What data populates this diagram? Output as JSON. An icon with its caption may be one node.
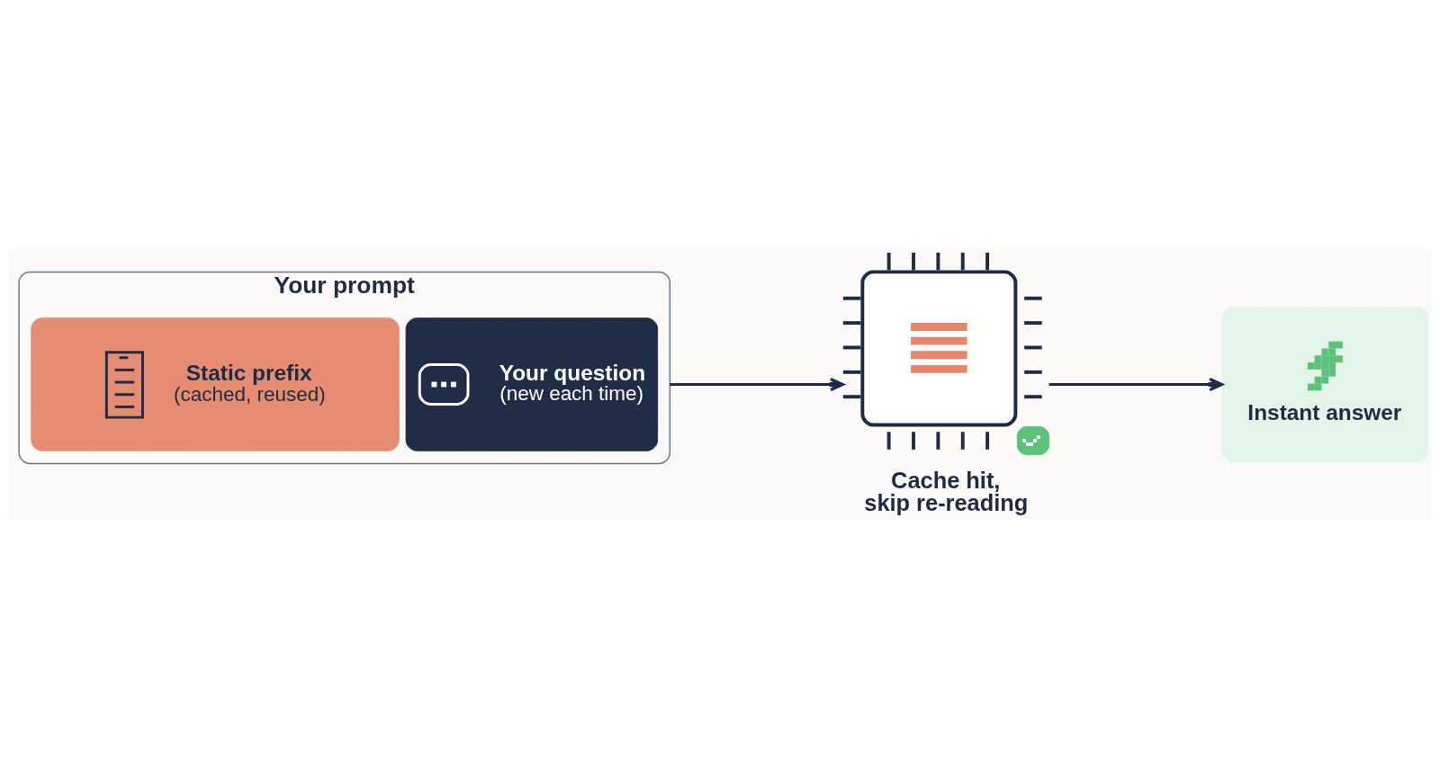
{
  "diagram": {
    "nodes": [
      {
        "text": [
          "Your prompt"
        ]
      },
      {
        "text": [
          "Static prefix",
          "(cached, reused)"
        ],
        "in": 0
      },
      {
        "text": [
          "Your question",
          "(new each time)"
        ],
        "in": 0
      },
      {
        "text": [],
        "shape": "picture",
        "beside": [
          "Cache hit, skip re-reading"
        ]
      },
      {
        "text": [
          "Instant answer"
        ]
      }
    ],
    "edges": [
      {
        "from": 0,
        "to": 3,
        "arrow": "to"
      },
      {
        "from": 3,
        "to": 4,
        "arrow": "to"
      }
    ]
  }
}
